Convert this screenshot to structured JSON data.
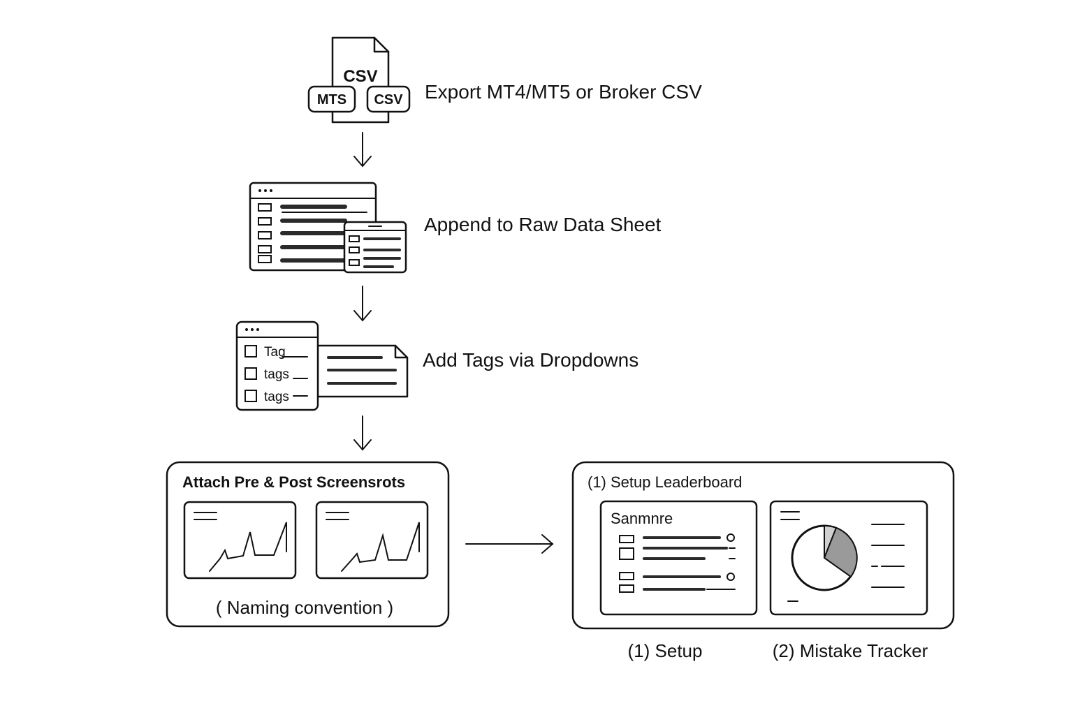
{
  "steps": [
    {
      "label": "Export MT4/MT5 or Broker CSV",
      "icon": "csv-file-icon"
    },
    {
      "label": "Append to Raw Data Sheet",
      "icon": "spreadsheet-icon"
    },
    {
      "label": "Add Tags via Dropdowns",
      "icon": "tag-dropdown-icon"
    }
  ],
  "csv_icon": {
    "file_text": "CSV",
    "badge_left": "MTS",
    "badge_right": "CSV"
  },
  "tags_icon": {
    "items": [
      "Tag",
      "tags",
      "tags"
    ]
  },
  "screenshots_box": {
    "title": "Attach Pre & Post Screensrots",
    "caption": "( Naming convention )"
  },
  "dashboards_box": {
    "title": "(1) Setup Leaderboard",
    "panel_left_title": "Sanmnre",
    "caption_left": "(1) Setup",
    "caption_right": "(2) Mistake Tracker"
  },
  "colors": {
    "ink": "#111111",
    "pie_dark": "#9a9a9a",
    "pie_light": "#d0d0d0"
  }
}
